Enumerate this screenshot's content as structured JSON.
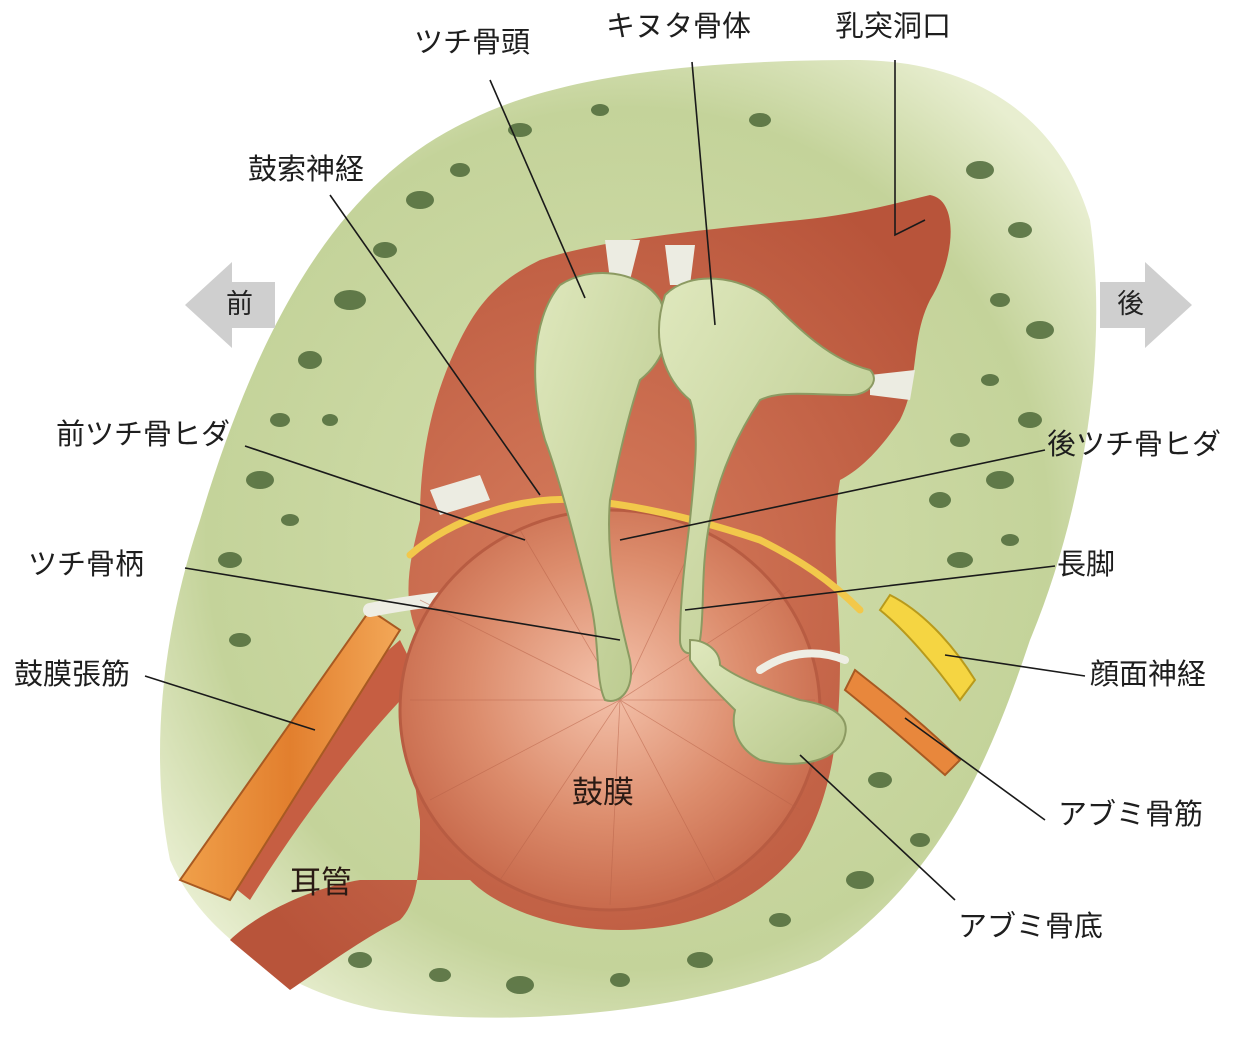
{
  "labels": {
    "malleus_head": "ツチ骨頭",
    "incus_body": "キヌタ骨体",
    "mastoid_antrum": "乳突洞口",
    "chorda_tympani": "鼓索神経",
    "anterior_malleolar_fold": "前ツチ骨ヒダ",
    "posterior_malleolar_fold": "後ツチ骨ヒダ",
    "manubrium": "ツチ骨柄",
    "long_process": "長脚",
    "tensor_tympani": "鼓膜張筋",
    "facial_nerve": "顔面神経",
    "stapedius": "アブミ骨筋",
    "stapes_footplate": "アブミ骨底",
    "tympanic_membrane": "鼓膜",
    "ear_canal": "耳管"
  },
  "directions": {
    "anterior": "前",
    "posterior": "後"
  },
  "colors": {
    "bone": "#c9d6a2",
    "cavity": "#c9684a",
    "membrane": "#d98a6a",
    "nerve": "#f2c84b",
    "muscle": "#e8873c",
    "arrow": "#c8c8c8"
  }
}
